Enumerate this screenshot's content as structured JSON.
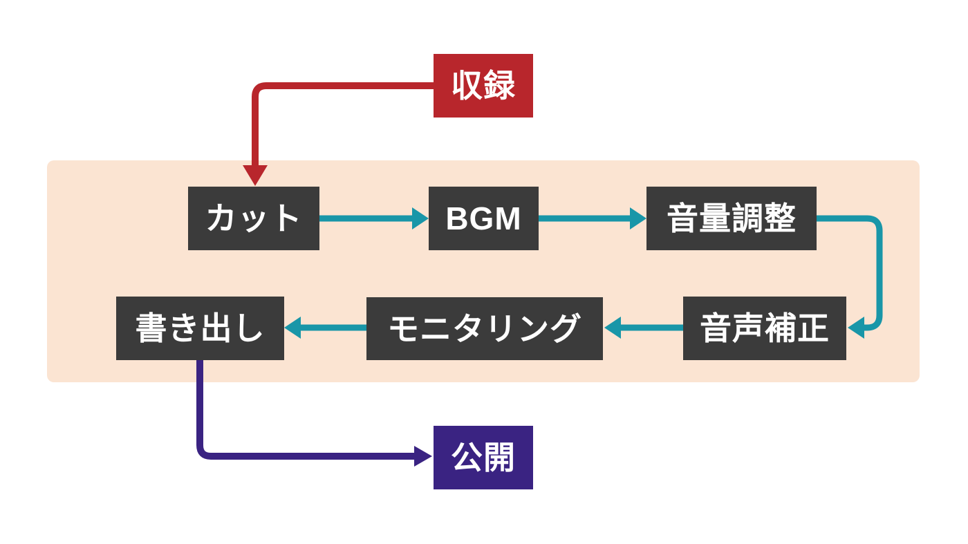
{
  "diagram": {
    "description": "editing-workflow-flowchart",
    "nodes": {
      "record": {
        "label": "収録",
        "role": "start"
      },
      "cut": {
        "label": "カット",
        "role": "step"
      },
      "bgm": {
        "label": "BGM",
        "role": "step"
      },
      "volume": {
        "label": "音量調整",
        "role": "step"
      },
      "audio_fix": {
        "label": "音声補正",
        "role": "step"
      },
      "monitoring": {
        "label": "モニタリング",
        "role": "step"
      },
      "export": {
        "label": "書き出し",
        "role": "step"
      },
      "publish": {
        "label": "公開",
        "role": "end"
      }
    },
    "edges": [
      {
        "from": "収録",
        "to": "カット",
        "color_role": "record"
      },
      {
        "from": "カット",
        "to": "BGM",
        "color_role": "edit"
      },
      {
        "from": "BGM",
        "to": "音量調整",
        "color_role": "edit"
      },
      {
        "from": "音量調整",
        "to": "音声補正",
        "color_role": "edit"
      },
      {
        "from": "音声補正",
        "to": "モニタリング",
        "color_role": "edit"
      },
      {
        "from": "モニタリング",
        "to": "書き出し",
        "color_role": "edit"
      },
      {
        "from": "書き出し",
        "to": "公開",
        "color_role": "publish"
      }
    ]
  },
  "colors": {
    "page_background": "#ffffff",
    "panel_background": "#fbe4d2",
    "record_box": "#b8262c",
    "step_box": "#3b3b3b",
    "publish_box": "#3a2382",
    "arrow_record": "#b8262c",
    "arrow_edit": "#1996a8",
    "arrow_publish": "#3a2382",
    "text": "#ffffff"
  }
}
